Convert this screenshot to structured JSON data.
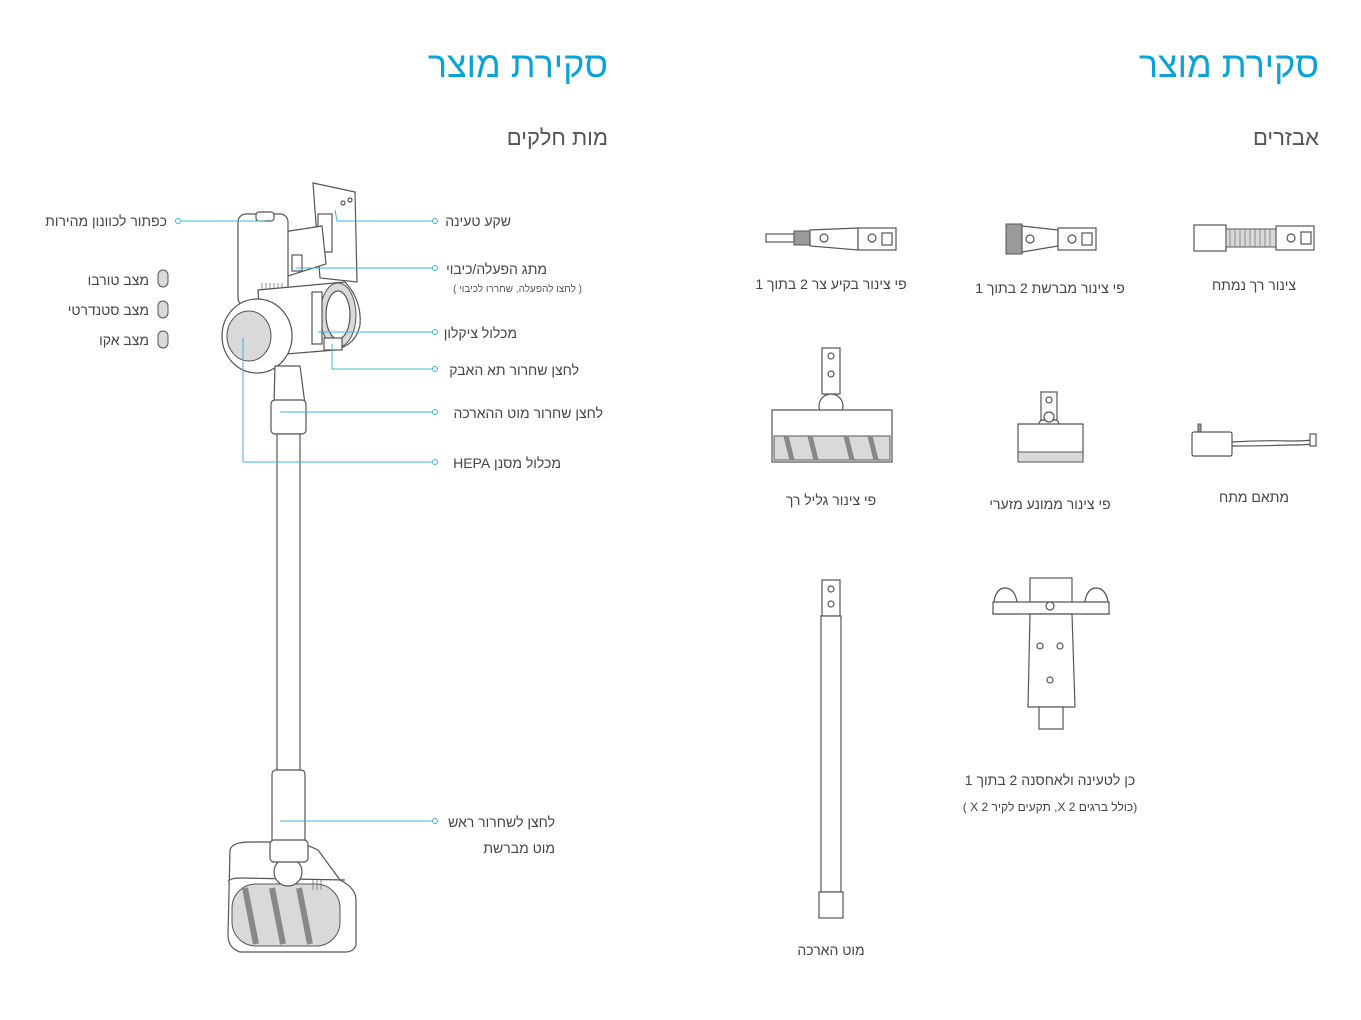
{
  "left": {
    "title": "סקירת מוצר",
    "subtitle": "מות חלקים",
    "labels": {
      "charging_port": "שקע טעינה",
      "power_switch": "מתג הפעלה/כיבוי",
      "power_switch_note": "( לחצו להפעלה, שחררו לכיבוי )",
      "cyclone": "מכלול ציקלון",
      "dust_bin_release": "לחצן שחרור תא האבק",
      "extension_release": "לחצן שחרור  מוט ההארכה",
      "hepa": "מכלול מסנן  HEPA",
      "head_release_1": "לחצן לשחרור ראש",
      "head_release_2": "מוט מברשת",
      "speed_button": "כפתור לכוונון מהירות",
      "turbo": "מצב טורבו",
      "standard": "מצב סטנדרטי",
      "eco": "מצב אקו"
    }
  },
  "right": {
    "title": "סקירת מוצר",
    "subtitle": "אבזרים",
    "captions": {
      "flex_hose": "צינור רך נמתח",
      "brush_nozzle": "פי צינור מברשת 2 בתוך 1",
      "crevice_nozzle": "פי צינור בקיע צר 2 בתוך 1",
      "adapter": "מתאם מתח",
      "mini_motor": "פי צינור ממונע מזערי",
      "soft_roller": "פי צינור גליל רך",
      "stand_1": "כן לטעינה ולאחסנה 2 בתוך 1",
      "stand_2": "(כולל ברגים  X 2,  תקעים לקיר X 2 )",
      "extension_tube": "מוט הארכה"
    }
  }
}
